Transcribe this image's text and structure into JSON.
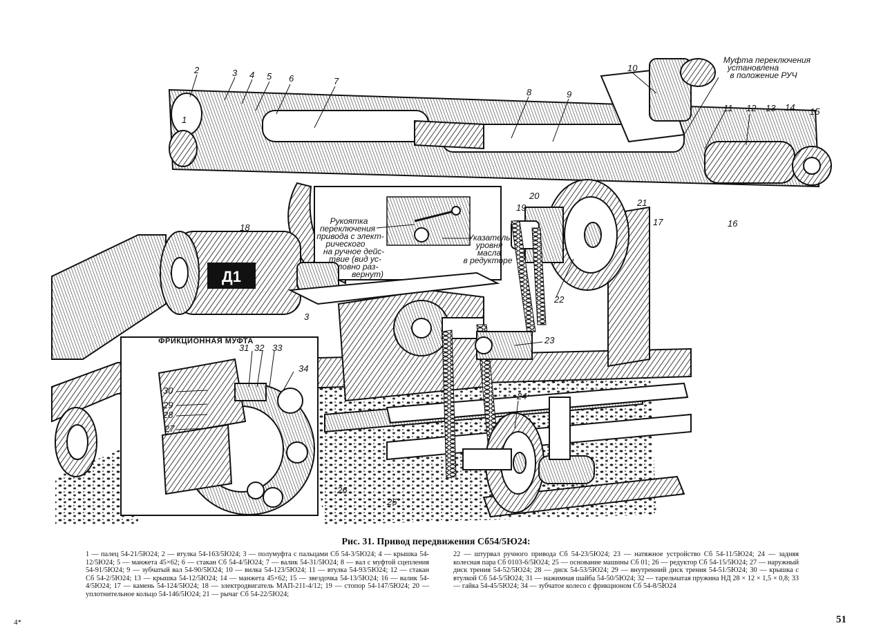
{
  "figure": {
    "callouts": [
      "1",
      "2",
      "3",
      "4",
      "5",
      "6",
      "7",
      "8",
      "9",
      "10",
      "11",
      "12",
      "13",
      "14",
      "15",
      "16",
      "17",
      "18",
      "19",
      "20",
      "21",
      "22",
      "23",
      "24",
      "25",
      "26",
      "27",
      "28",
      "29",
      "30",
      "31",
      "32",
      "33",
      "34",
      "3"
    ],
    "notes": {
      "coupling_line1": "Муфта переключения",
      "coupling_line2": "установлена",
      "coupling_line3": "в положение РУЧ",
      "handle_lines": [
        "Рукоятка",
        "переключения",
        "привода с элект-",
        "рического",
        "на ручное дейс-",
        "твие (вид ус-",
        "ловно раз-",
        "вернут)"
      ],
      "oil_lines": [
        "Указатель",
        "уровня",
        "масла",
        "в редукторе"
      ]
    },
    "motor_label": "Д1",
    "inset_title": "ФРИКЦИОННАЯ МУФТА"
  },
  "caption": {
    "title": "Рис. 31. Привод передвижения Сб54/5Ю24:",
    "left": "1 — палец 54-21/5Ю24; 2 — втулка 54-163/5Ю24; 3 — полумуфта с пальцами Сб 54-3/5Ю24; 4 — крышка 54-12/5Ю24; 5 — манжета 45×62; 6 — стакан Сб 54-4/5Ю24; 7 — валик 54-31/5Ю24; 8 — вал с муфтой сцепления 54-91/5Ю24; 9 — зубчатый вал 54-90/5Ю24; 10 — вилка 54-123/5Ю24; 11 — втулка 54-93/5Ю24; 12 — стакан Сб 54-2/5Ю24; 13 — крышка 54-12/5Ю24; 14 — манжета 45×62; 15 — звездочка 54-13/5Ю24; 16 — валик 54-4/5Ю24; 17 — камень 54-124/5Ю24; 18 — электродвигатель МАП-211-4/12; 19 — стопор 54-147/5Ю24; 20 — уплотнительное кольцо 54-146/5Ю24; 21 — рычаг Сб 54-22/5Ю24;",
    "right": "22 — штурвал ручного привода Сб 54-23/5Ю24; 23 — натяжное устройство Сб 54-11/5Ю24; 24 — задняя колесная пара Сб 0103-6/5Ю24; 25 — основание машины Сб 01; 26 — редуктор Сб 54-15/5Ю24; 27 — наружный диск трения 54-52/5Ю24; 28 — диск 54-53/5Ю24; 29 — внутренний диск трения 54-51/5Ю24; 30 — крышка с втулкой Сб 54-5/5Ю24; 31 — нажимная шайба 54-50/5Ю24; 32 — тарельчатая пружина НД 28 × 12 × 1,5 × 0,8; 33 — гайка 54-45/5Ю24; 34 — зубчатое колесо с фрикционом Сб 54-8/5Ю24"
  },
  "page": {
    "corner_mark": "4*",
    "number": "51"
  }
}
